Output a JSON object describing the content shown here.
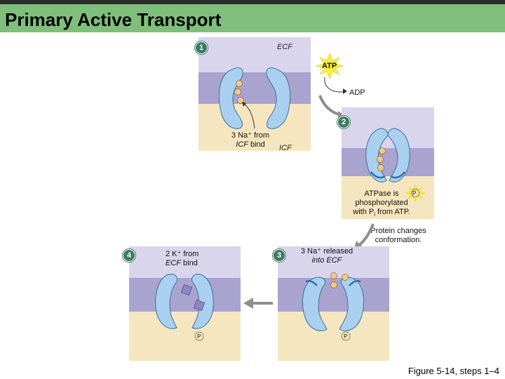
{
  "title": "Primary Active Transport",
  "steps": [
    "1",
    "2",
    "3",
    "4"
  ],
  "labels": {
    "ecf_top": "ECF",
    "icf_mid": "ICF",
    "atp": "ATP",
    "adp": "ADP",
    "step1_line1": "3 Na⁺ from",
    "step1_line2_italic": "ICF",
    "step1_line2_rest": " bind",
    "step2_line1": "ATPase is",
    "step2_line2": "phosphorylated",
    "step2_line3": "with P",
    "step2_line3_sub": "i",
    "step2_line3_rest": " from ATP.",
    "transition_line1": "Protein changes",
    "transition_line2": "conformation.",
    "step3_line1": "3 Na⁺ released",
    "step3_line2": "into ECF",
    "step4_line1": "2 K⁺ from",
    "step4_line2_italic": "ECF",
    "step4_line2_rest": " bind",
    "phosphate": "P"
  },
  "caption": "Figure 5-14, steps 1–4",
  "colors": {
    "title_bg": "#7fbf7b",
    "ecf": "#d9d5ec",
    "membrane": "#a9a3cf",
    "icf": "#f6e6bf",
    "protein": "#a9d0ee",
    "protein_stroke": "#3c6f9e",
    "sodium": "#f2c889",
    "potassium": "#8f84c4",
    "badge": "#3d7a63"
  }
}
